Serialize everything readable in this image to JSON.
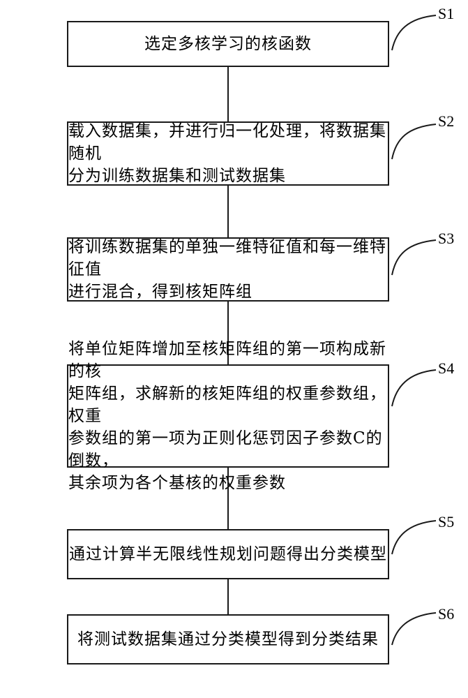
{
  "steps": [
    {
      "id": "S1",
      "text": "选定多核学习的核函数"
    },
    {
      "id": "S2",
      "text": "载入数据集，并进行归一化处理，将数据集随机\n分为训练数据集和测试数据集"
    },
    {
      "id": "S3",
      "text": "将训练数据集的单独一维特征值和每一维特征值\n进行混合，得到核矩阵组"
    },
    {
      "id": "S4",
      "text": "将单位矩阵增加至核矩阵组的第一项构成新的核\n矩阵组，求解新的核矩阵组的权重参数组，权重\n参数组的第一项为正则化惩罚因子参数C的倒数，\n其余项为各个基核的权重参数"
    },
    {
      "id": "S5",
      "text": "通过计算半无限线性规划问题得出分类模型"
    },
    {
      "id": "S6",
      "text": "将测试数据集通过分类模型得到分类结果"
    }
  ]
}
